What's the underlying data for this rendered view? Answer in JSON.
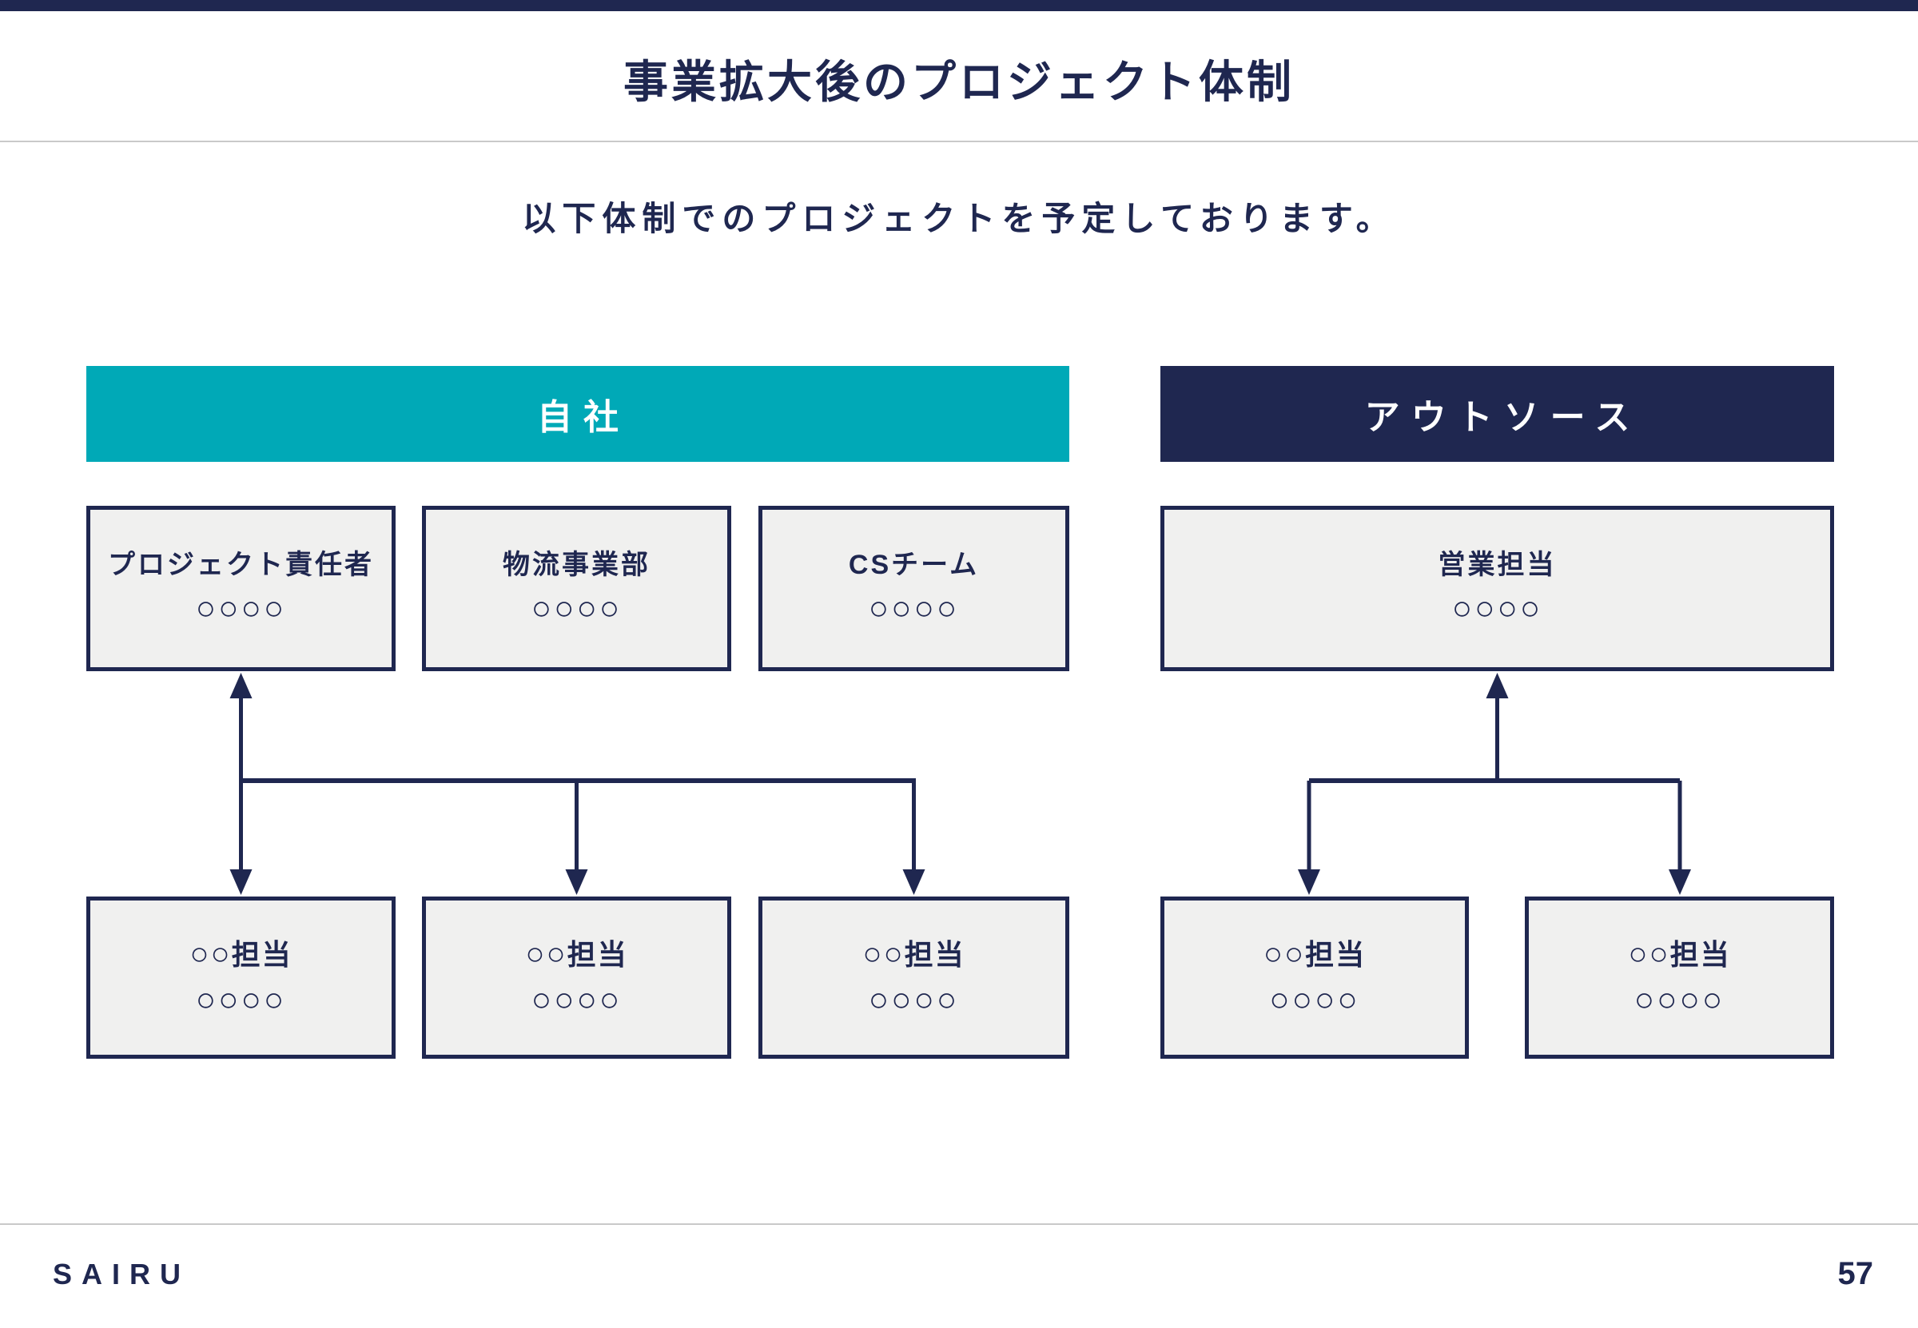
{
  "slide": {
    "title": "事業拡大後のプロジェクト体制",
    "subtitle": "以下体制でのプロジェクトを予定しております。",
    "footer": {
      "logo_text": "SAIRU",
      "page_number": "57"
    },
    "colors": {
      "navy": "#1F2750",
      "teal": "#00A9B7",
      "box_fill": "#F0F0EF",
      "divider": "#C9C9C9"
    }
  },
  "org_chart": {
    "own": {
      "header": "自社",
      "top_boxes": [
        {
          "title": "プロジェクト責任者",
          "members": "○○○○"
        },
        {
          "title": "物流事業部",
          "members": "○○○○"
        },
        {
          "title": "CSチーム",
          "members": "○○○○"
        }
      ],
      "bottom_boxes": [
        {
          "prefix": "○○",
          "role": "担当",
          "members": "○○○○"
        },
        {
          "prefix": "○○",
          "role": "担当",
          "members": "○○○○"
        },
        {
          "prefix": "○○",
          "role": "担当",
          "members": "○○○○"
        }
      ]
    },
    "outsource": {
      "header": "アウトソース",
      "top_boxes": [
        {
          "title": "営業担当",
          "members": "○○○○"
        }
      ],
      "bottom_boxes": [
        {
          "prefix": "○○",
          "role": "担当",
          "members": "○○○○"
        },
        {
          "prefix": "○○",
          "role": "担当",
          "members": "○○○○"
        }
      ]
    }
  }
}
